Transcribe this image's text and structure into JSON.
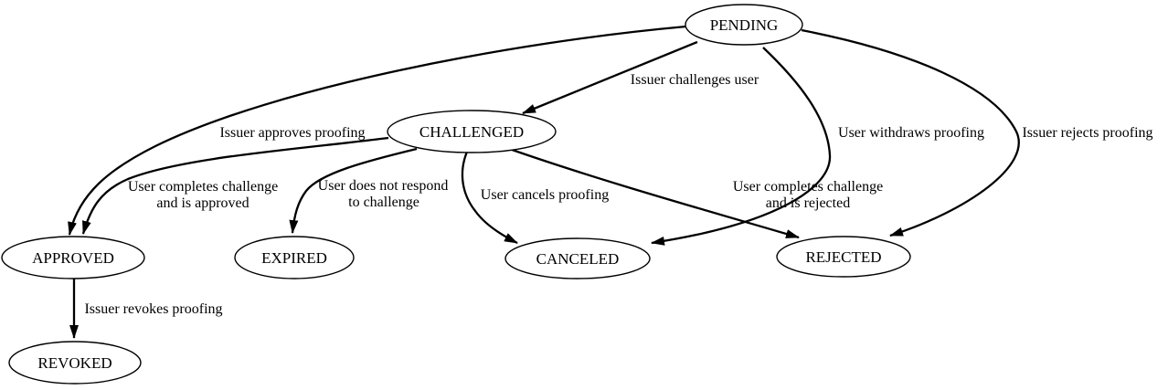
{
  "diagram": {
    "type": "state-transition-graph",
    "colors": {
      "background": "#ffffff",
      "line": "#000000",
      "text": "#000000"
    },
    "nodes": [
      {
        "id": "pending",
        "label": "PENDING"
      },
      {
        "id": "challenged",
        "label": "CHALLENGED"
      },
      {
        "id": "approved",
        "label": "APPROVED"
      },
      {
        "id": "expired",
        "label": "EXPIRED"
      },
      {
        "id": "canceled",
        "label": "CANCELED"
      },
      {
        "id": "rejected",
        "label": "REJECTED"
      },
      {
        "id": "revoked",
        "label": "REVOKED"
      }
    ],
    "edges": [
      {
        "from": "PENDING",
        "to": "CHALLENGED",
        "lines": [
          "Issuer challenges user"
        ]
      },
      {
        "from": "PENDING",
        "to": "APPROVED",
        "lines": [
          "Issuer approves proofing"
        ]
      },
      {
        "from": "PENDING",
        "to": "CANCELED",
        "lines": [
          "User withdraws proofing"
        ]
      },
      {
        "from": "PENDING",
        "to": "REJECTED",
        "lines": [
          "Issuer rejects proofing"
        ]
      },
      {
        "from": "CHALLENGED",
        "to": "APPROVED",
        "lines": [
          "User completes challenge",
          "and is approved"
        ]
      },
      {
        "from": "CHALLENGED",
        "to": "EXPIRED",
        "lines": [
          "User does not respond",
          "to challenge"
        ]
      },
      {
        "from": "CHALLENGED",
        "to": "CANCELED",
        "lines": [
          "User cancels proofing"
        ]
      },
      {
        "from": "CHALLENGED",
        "to": "REJECTED",
        "lines": [
          "User completes challenge",
          "and is rejected"
        ]
      },
      {
        "from": "APPROVED",
        "to": "REVOKED",
        "lines": [
          "Issuer revokes proofing"
        ]
      }
    ]
  }
}
